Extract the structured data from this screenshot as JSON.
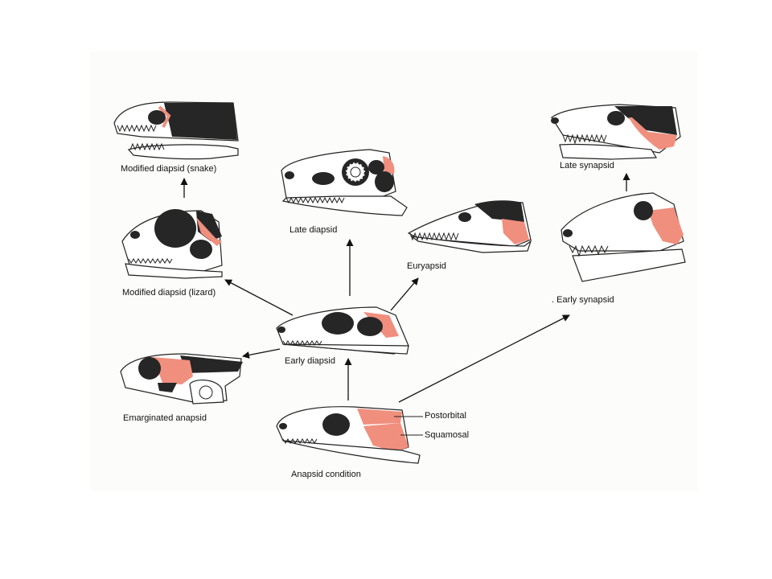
{
  "colors": {
    "bone": "#ffffff",
    "outline": "#222222",
    "fenestra": "#262626",
    "highlight": "#f08f7d",
    "figure_bg": "#fcfcfa"
  },
  "labels": {
    "snake": "Modified diapsid (snake)",
    "late_diapsid": "Late diapsid",
    "late_synapsid": "Late synapsid",
    "lizard": "Modified diapsid (lizard)",
    "euryapsid": "Euryapsid",
    "early_synapsid": ". Early synapsid",
    "early_diapsid": "Early diapsid",
    "emarginated": "Emarginated anapsid",
    "postorbital": "Postorbital",
    "squamosal": "Squamosal",
    "anapsid": "Anapsid condition"
  }
}
